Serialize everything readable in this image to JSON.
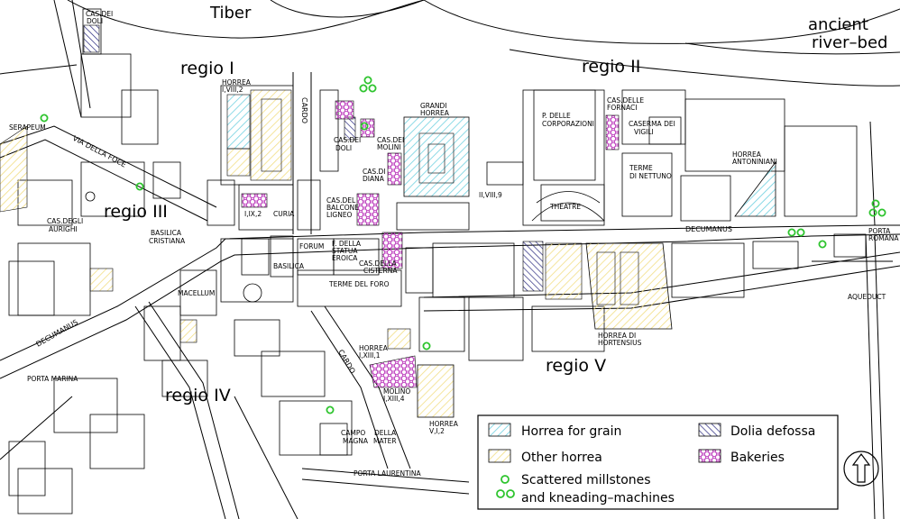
{
  "labels": {
    "tiber": "Tiber",
    "riverbed_1": "ancient",
    "riverbed_2": "river–bed",
    "regio_1": "regio I",
    "regio_2": "regio II",
    "regio_3": "regio III",
    "regio_4": "regio IV",
    "regio_5": "regio V",
    "cas_dei_doli_top_1": "CAS.DEI",
    "cas_dei_doli_top_2": "DOLI",
    "serapeum": "SERAPEUM",
    "via_della_foce": "VIA DELLA FOCE",
    "cas_degli_aurighi_1": "CAS.DEGLI",
    "cas_degli_aurighi_2": "AURIGHI",
    "basilica_cristiana_1": "BASILICA",
    "basilica_cristiana_2": "CRISTIANA",
    "decumanus_w": "DECUMANUS",
    "decumanus_e": "DECUMANUS",
    "porta_marina": "PORTA MARINA",
    "macellum": "MACELLUM",
    "horrea_i_viii_2_1": "HORREA",
    "horrea_i_viii_2_2": "I,VIII,2",
    "cardo_n": "CARDO",
    "cardo_s": "CARDO",
    "cas_dei_doli_1": "CAS.DEI",
    "cas_dei_doli_2": "DOLI",
    "cas_dei_molini_1": "CAS.DEI",
    "cas_dei_molini_2": "MOLINI",
    "cas_di_diana_1": "CAS.DI",
    "cas_di_diana_2": "DIANA",
    "grandi_horrea_1": "GRANDI",
    "grandi_horrea_2": "HORREA",
    "i_ix_2": "I,IX,2",
    "curia": "CURIA",
    "cas_del_balcone_1": "CAS.DEL",
    "cas_del_balcone_2": "BALCONE",
    "cas_del_balcone_3": "LIGNEO",
    "forum": "FORUM",
    "basilica": "BASILICA",
    "f_della_statua_1": "F. DELLA",
    "f_della_statua_2": "STATUA",
    "f_della_statua_3": "EROICA",
    "cas_della_cisterna_1": "CAS.DELLA",
    "cas_della_cisterna_2": "CISTERNA",
    "terme_del_foro": "TERME DEL FORO",
    "ii_viii_9": "II,VIII,9",
    "p_delle_corporazioni_1": "P. DELLE",
    "p_delle_corporazioni_2": "CORPORAZIONI",
    "theatre": "THEATRE",
    "cas_delle_fornaci_1": "CAS.DELLE",
    "cas_delle_fornaci_2": "FORNACI",
    "caserma_dei_vigili_1": "CASERMA DEI",
    "caserma_dei_vigili_2": "VIGILI",
    "terme_di_nettuno_1": "TERME",
    "terme_di_nettuno_2": "DI NETTUNO",
    "horrea_antoniniani_1": "HORREA",
    "horrea_antoniniani_2": "ANTONINIANI",
    "porta_romana_1": "PORTA",
    "porta_romana_2": "ROMANA",
    "aqueduct": "AQUEDUCT",
    "horrea_di_hortensius_1": "HORREA DI",
    "horrea_di_hortensius_2": "HORTENSIUS",
    "horrea_i_xiii_1_1": "HORREA",
    "horrea_i_xiii_1_2": "I,XIII,1",
    "molino_1": "MOLINO",
    "molino_2": "I,XIII,4",
    "horrea_v_i_2_1": "HORREA",
    "horrea_v_i_2_2": "V,I,2",
    "campo_magna_mater_1": "CAMPO",
    "campo_magna_mater_2": "DELLA",
    "campo_magna_mater_3": "MAGNA",
    "campo_magna_mater_4": "MATER",
    "porta_laurentina": "PORTA LAURENTINA"
  },
  "legend": {
    "horrea_grain": "Horrea for grain",
    "other_horrea": "Other horrea",
    "millstones_1": "Scattered millstones",
    "millstones_2": "and kneading–machines",
    "dolia_defossa": "Dolia defossa",
    "bakeries": "Bakeries"
  },
  "colors": {
    "horrea_grain": "#6fd0e0",
    "other_horrea": "#f2de84",
    "dolia_defossa": "#2a2a80",
    "bakeries": "#c24cc2",
    "millstones": "#2ec42e"
  },
  "icons": {
    "north_arrow": "north-arrow-icon"
  }
}
